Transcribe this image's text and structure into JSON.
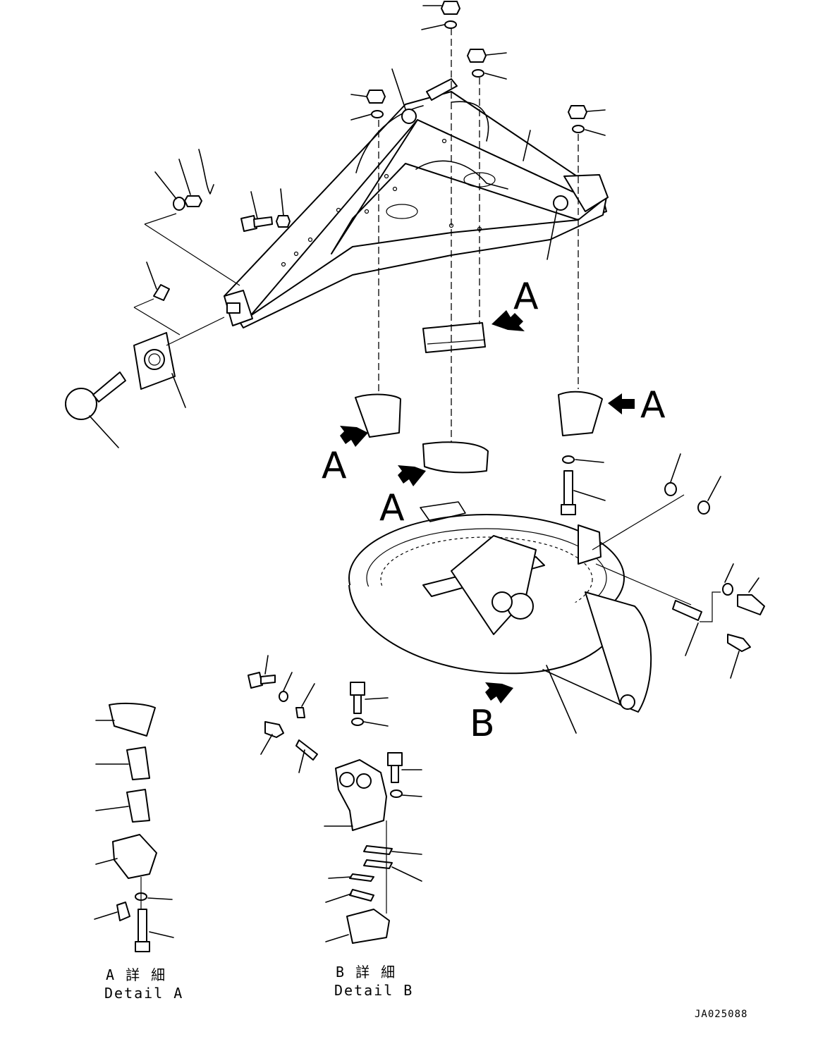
{
  "view_labels": {
    "a": "A",
    "b": "B"
  },
  "details": {
    "a_jp": "A 詳 細",
    "a_en": "Detail A",
    "b_jp": "B 詳 細",
    "b_en": "Detail B"
  },
  "document_id": "JA025088"
}
